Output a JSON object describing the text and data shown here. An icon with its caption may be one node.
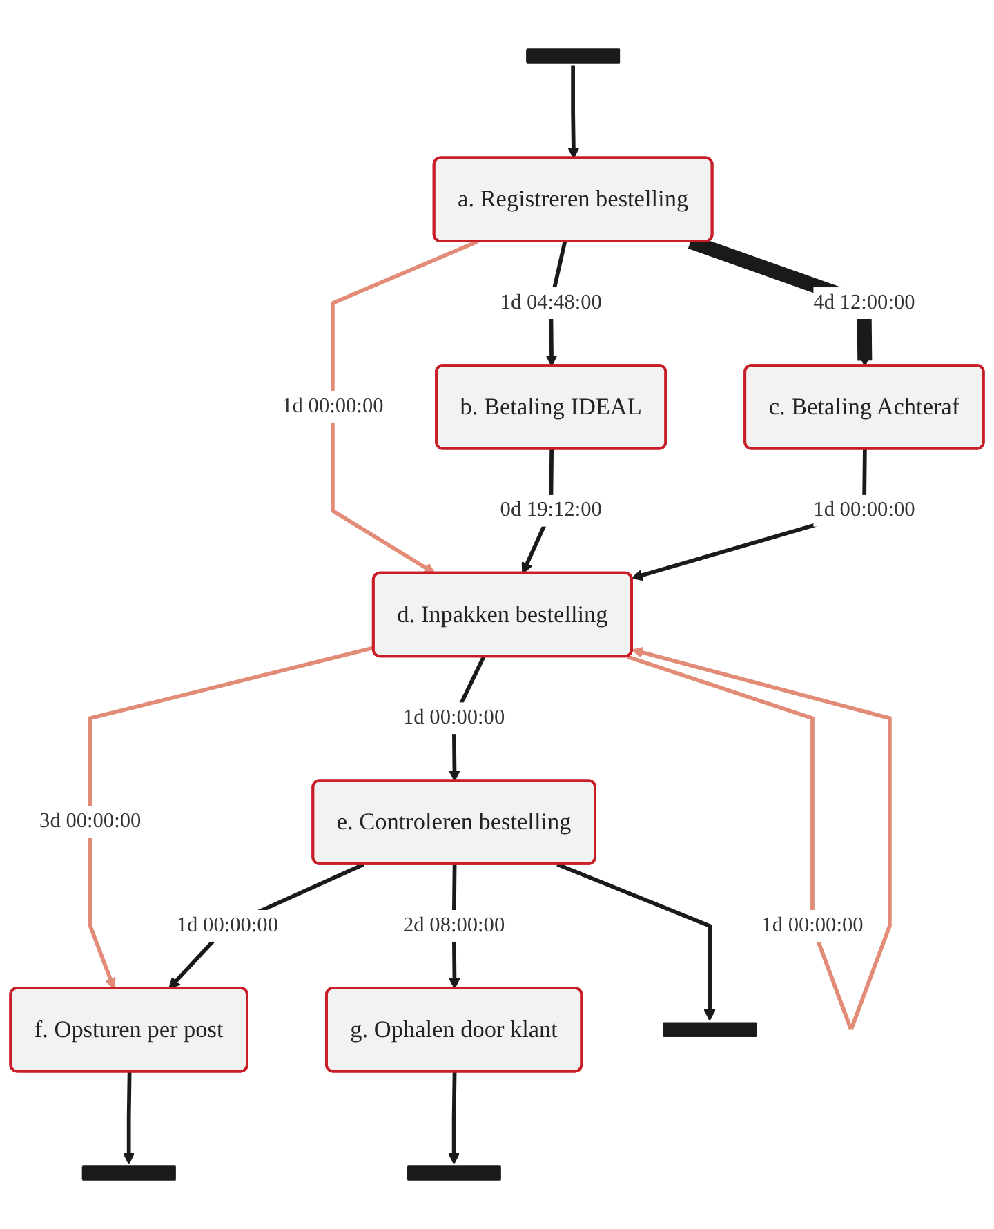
{
  "diagram": {
    "nodes": [
      {
        "text": [],
        "shape": "bar"
      },
      {
        "text": [
          "a. Registreren bestelling"
        ]
      },
      {
        "text": [
          "b. Betaling IDEAL"
        ]
      },
      {
        "text": [
          "c. Betaling Achteraf"
        ]
      },
      {
        "text": [
          "d. Inpakken bestelling"
        ]
      },
      {
        "text": [
          "f. Opsturen per post"
        ]
      },
      {
        "text": [
          "e. Controleren bestelling"
        ]
      },
      {
        "text": [
          "g. Ophalen door klant"
        ]
      },
      {
        "text": [],
        "shape": "bar"
      },
      {
        "text": [],
        "shape": "bar"
      },
      {
        "text": [],
        "shape": "bar"
      }
    ],
    "edges": [
      {
        "from": 0,
        "to": 1,
        "arrow": "to"
      },
      {
        "from": 1,
        "to": 2,
        "arrow": "to",
        "label": "1d 04:48:00"
      },
      {
        "from": 1,
        "to": 3,
        "arrow": "to",
        "label": "4d 12:00:00",
        "style": "thick"
      },
      {
        "from": 1,
        "to": 4,
        "arrow": "to",
        "label": "1d 00:00:00",
        "color": "#e28c78"
      },
      {
        "from": 2,
        "to": 4,
        "arrow": "to",
        "label": "0d 19:12:00"
      },
      {
        "from": 3,
        "to": 4,
        "arrow": "to",
        "label": "1d 00:00:00"
      },
      {
        "from": 4,
        "to": 4,
        "arrow": "to",
        "label": "1d 00:00:00",
        "color": "#e28c78"
      },
      {
        "from": 4,
        "to": 5,
        "arrow": "to",
        "label": "3d 00:00:00",
        "color": "#e28c78"
      },
      {
        "from": 4,
        "to": 6,
        "arrow": "to",
        "label": "1d 00:00:00"
      },
      {
        "from": 6,
        "to": 5,
        "arrow": "to",
        "label": "1d 00:00:00"
      },
      {
        "from": 6,
        "to": 7,
        "arrow": "to",
        "label": "2d 08:00:00"
      },
      {
        "from": 5,
        "to": 8,
        "arrow": "to"
      },
      {
        "from": 6,
        "to": 9,
        "arrow": "to"
      },
      {
        "from": 7,
        "to": 10,
        "arrow": "to"
      }
    ]
  }
}
